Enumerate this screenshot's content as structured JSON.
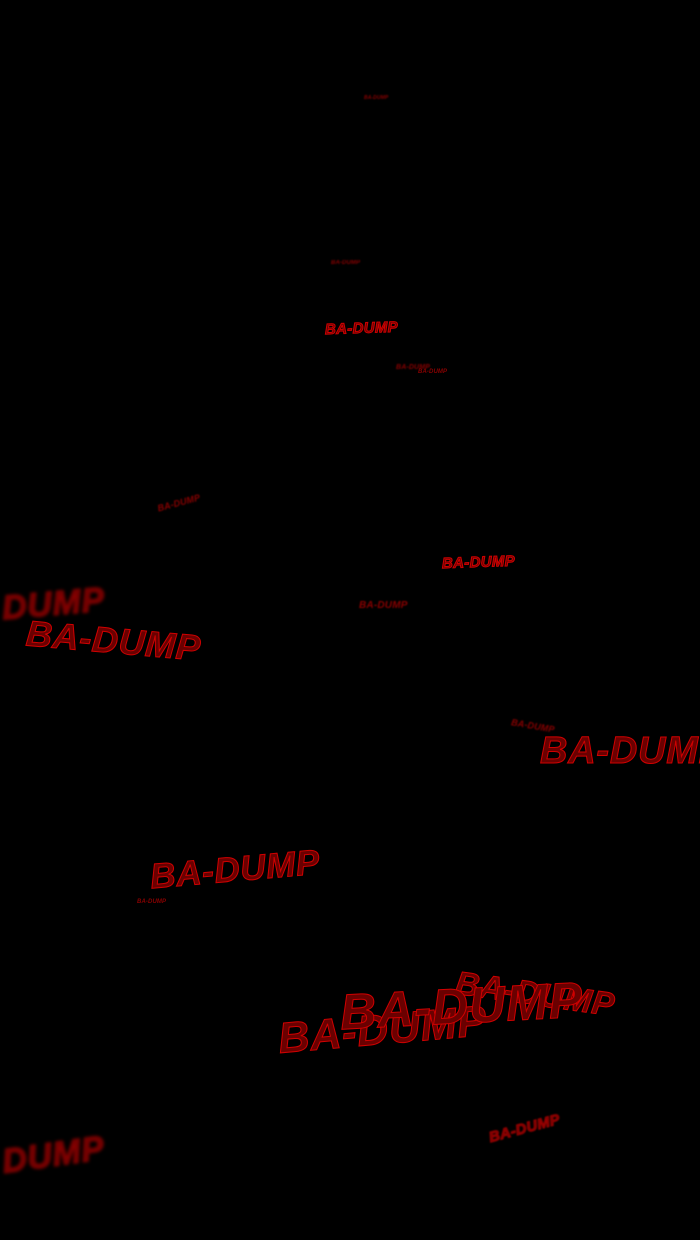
{
  "sfx": {
    "items": [
      "BA-DUMP",
      "BA-DUMP",
      "BA-DUMP",
      "BA-DUMP",
      "BA-DUMP",
      "BA-DUMP",
      "BA-DUMP",
      "BA-DUMP",
      "BA-DUMP",
      "BA-DUMP",
      "BA-DUMP",
      "BA-DUMP",
      "BA-DUMP",
      "BA-DUMP",
      "BA-DUMP",
      "BA-DUMP",
      "BA-DUMP",
      "DUMP",
      "DUMP"
    ],
    "color": "#b00000"
  }
}
